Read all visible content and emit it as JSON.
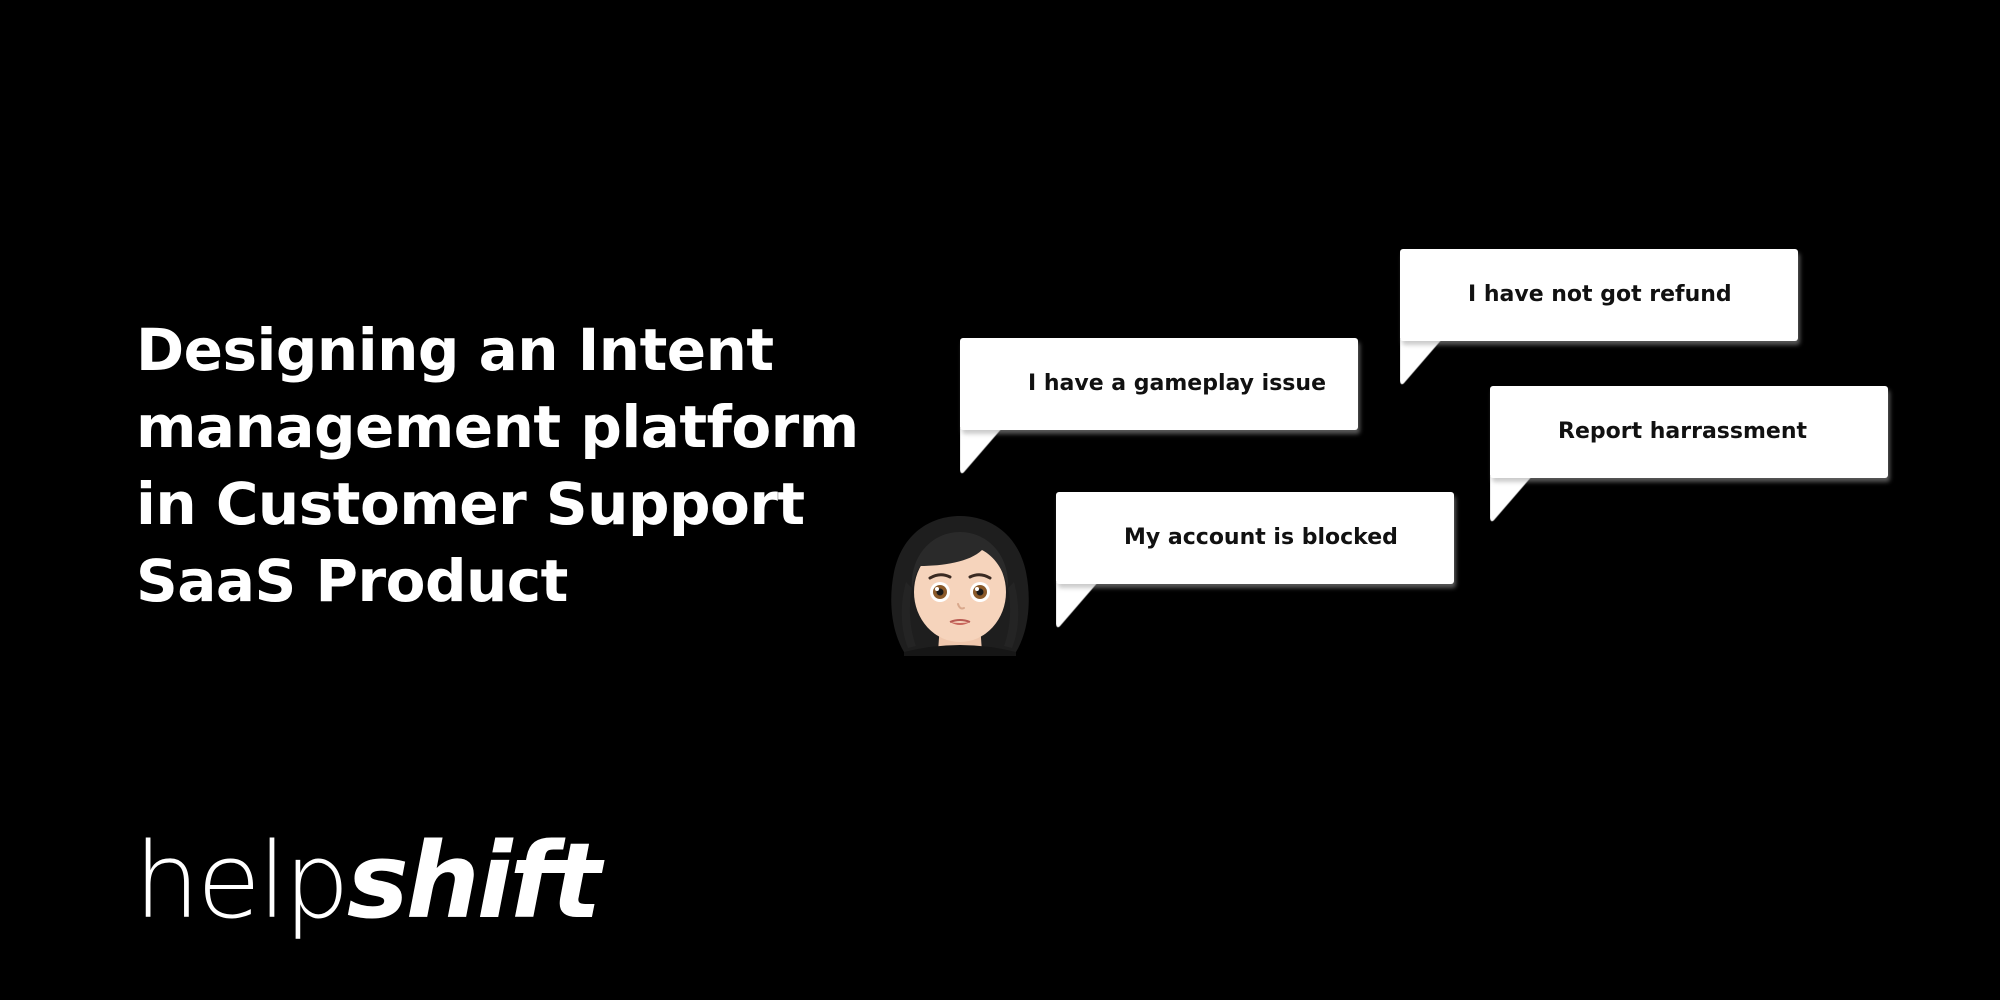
{
  "title": {
    "lines": [
      "Designing an Intent",
      "management platform",
      "in Customer Support",
      "SaaS Product"
    ]
  },
  "intents": [
    {
      "label": "I have not got refund"
    },
    {
      "label": "I have a gameplay issue"
    },
    {
      "label": "Report harrassment"
    },
    {
      "label": "My account is blocked"
    }
  ],
  "logo": {
    "light_text": "help",
    "bold_text": "shift"
  },
  "avatar": {
    "icon": "woman-emoji-icon"
  },
  "colors": {
    "background": "#000000",
    "text": "#ffffff",
    "bubble": "#ffffff",
    "bubble_text": "#111111"
  }
}
